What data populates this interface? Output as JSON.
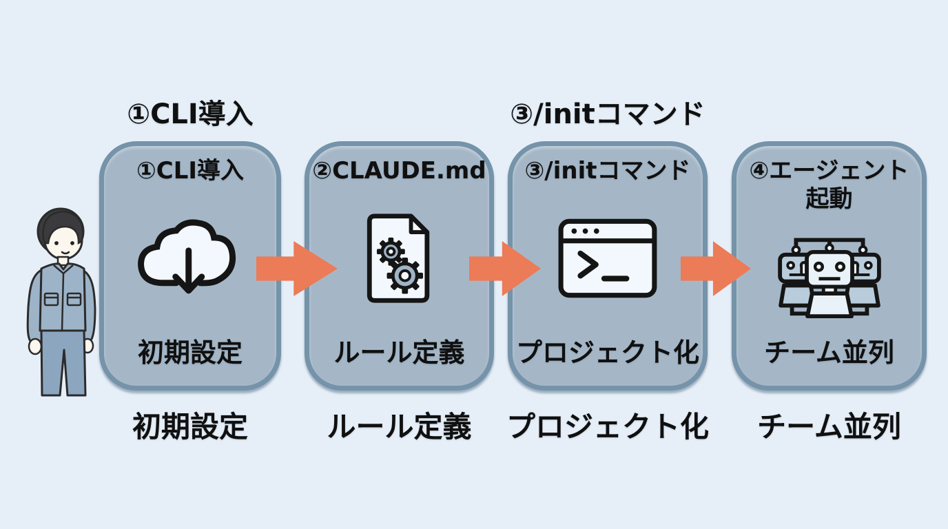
{
  "canvas": {
    "background": "#E6EFF8"
  },
  "colors": {
    "canvas_bg": "#E6EFF8",
    "box_fill": "#A5B7C7",
    "box_border": "#7593A9",
    "arrow": "#EC7B57",
    "text": "#101010"
  },
  "floating_labels": {
    "step1": "①CLI導入",
    "step3": "③/initコマンド"
  },
  "steps": [
    {
      "title": "①CLI導入",
      "icon": "cloud-download-icon",
      "label": "初期設定",
      "caption": "初期設定"
    },
    {
      "title": "②CLAUDE.md",
      "icon": "document-gears-icon",
      "label": "ルール定義",
      "caption": "ルール定義"
    },
    {
      "title": "③/initコマンド",
      "icon": "terminal-icon",
      "label": "プロジェクト化",
      "caption": "プロジェクト化"
    },
    {
      "title": "④エージェント起動",
      "icon": "agent-team-icon",
      "label": "チーム並列",
      "caption": "チーム並列"
    }
  ],
  "person": {
    "description": "worker-illustration"
  }
}
